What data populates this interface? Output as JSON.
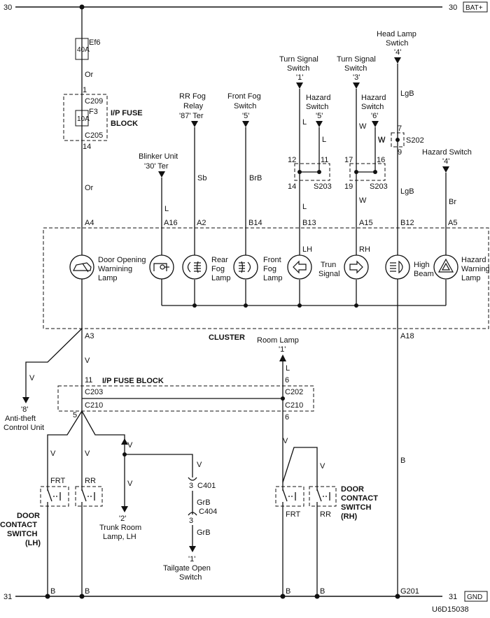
{
  "rails": {
    "top_left": "30",
    "top_right": "30",
    "top_tag": "BAT+",
    "bottom_left": "31",
    "bottom_right": "31",
    "bottom_tag": "GND",
    "diagram_code": "U6D15038"
  },
  "fuse_ef6": {
    "name": "Ef6",
    "rating": "40A"
  },
  "ip_fuse_block_top": {
    "label_line1": "I/P FUSE",
    "label_line2": "BLOCK",
    "fuse_name": "F3",
    "fuse_rating": "10A",
    "pin_in": "1",
    "conn_in": "C209",
    "conn_out": "C205",
    "pin_out": "14"
  },
  "wire_colors": {
    "or_upper": "Or",
    "or_lower": "Or",
    "sb": "Sb",
    "brb": "BrB",
    "l_turn": "L",
    "l_turn_lower": "L",
    "l_hazard5": "L",
    "w_turn": "W",
    "w_turn_lower": "W",
    "w_hazard6": "W",
    "lgb_upper": "LgB",
    "lgb_lower": "LgB",
    "br": "Br",
    "l_blinker": "L",
    "v_a3": "V",
    "v_anti": "V",
    "l_room": "L",
    "v_frt_lh": "V",
    "v_rr_lh": "V",
    "v_trunk_top": "V",
    "v_trunk": "V",
    "v_c401": "V",
    "grb_c404": "GrB",
    "grb_tailgate": "GrB",
    "v_frt_rh": "V",
    "v_rr_rh": "V",
    "b_a18": "B",
    "b1": "B",
    "b2": "B",
    "b3": "B",
    "b4": "B"
  },
  "sources": {
    "blinker_line1": "Blinker Unit",
    "blinker_line2": "'30' Ter",
    "rrfog_line1": "RR Fog",
    "rrfog_line2": "Relay",
    "rrfog_line3": "'87' Ter",
    "ffog_line1": "Front Fog",
    "ffog_line2": "Switch",
    "ffog_line3": "'5'",
    "turn1_line1": "Turn Signal",
    "turn1_line2": "Switch",
    "turn1_line3": "'1'",
    "haz5_line1": "Hazard",
    "haz5_line2": "Switch",
    "haz5_line3": "'5'",
    "turn3_line1": "Turn Signal",
    "turn3_line2": "Switch",
    "turn3_line3": "'3'",
    "haz6_line1": "Hazard",
    "haz6_line2": "Switch",
    "haz6_line3": "'6'",
    "headlamp_line1": "Head Lamp",
    "headlamp_line2": "Swtich",
    "headlamp_line3": "'4'",
    "haz4_line1": "Hazard Switch",
    "haz4_line2": "'4'"
  },
  "splices": {
    "s203a_p12": "12",
    "s203a_p11": "11",
    "s203a_p14": "14",
    "s203a_name": "S203",
    "s203b_p17": "17",
    "s203b_p16": "16",
    "s203b_p19": "19",
    "s203b_name": "S203",
    "s202_p7": "7",
    "s202_p9": "9",
    "s202_name": "S202"
  },
  "cluster": {
    "label": "CLUSTER",
    "pins": {
      "a4": "A4",
      "a16": "A16",
      "a2": "A2",
      "b14": "B14",
      "b13": "B13",
      "a15": "A15",
      "b12": "B12",
      "a5": "A5",
      "a3": "A3",
      "a18": "A18"
    },
    "lamps": {
      "door_line1": "Door Opening",
      "door_line2": "Warnining",
      "door_line3": "Lamp",
      "rearfog_line1": "Rear",
      "rearfog_line2": "Fog",
      "rearfog_line3": "Lamp",
      "frontfog_line1": "Front",
      "frontfog_line2": "Fog",
      "frontfog_line3": "Lamp",
      "lh": "LH",
      "rh": "RH",
      "turn_line1": "Trun",
      "turn_line2": "Signal",
      "high_line1": "High",
      "high_line2": "Beam",
      "hazard_line1": "Hazard",
      "hazard_line2": "Warning",
      "hazard_line3": "Lamp"
    }
  },
  "ip_fuse_block_bottom": {
    "label": "I/P FUSE BLOCK",
    "left_pin_top": "11",
    "left_conn_top": "C203",
    "left_conn_bottom": "C210",
    "left_pin_bottom": "5",
    "right_pin_top": "6",
    "right_conn_top": "C202",
    "right_conn_bottom": "C210",
    "right_pin_bottom": "6"
  },
  "loads": {
    "antitheft_line1": "'8'",
    "antitheft_line2": "Anti-theft",
    "antitheft_line3": "Control Unit",
    "room_line1": "Room Lamp",
    "room_line2": "'1'",
    "trunk_line1": "'2'",
    "trunk_line2": "Trunk Room",
    "trunk_line3": "Lamp, LH",
    "tailgate_line1": "'1'",
    "tailgate_line2": "Tailgate Open",
    "tailgate_line3": "Switch",
    "c401_pin": "3",
    "c401": "C401",
    "c404_pin": "3",
    "c404": "C404"
  },
  "door_switches": {
    "lh_line1": "DOOR",
    "lh_line2": "CONTACT",
    "lh_line3": "SWITCH",
    "lh_line4": "(LH)",
    "lh_frt": "FRT",
    "lh_rr": "RR",
    "rh_line1": "DOOR",
    "rh_line2": "CONTACT",
    "rh_line3": "SWITCH",
    "rh_line4": "(RH)",
    "rh_frt": "FRT",
    "rh_rr": "RR"
  },
  "ground": {
    "g201": "G201"
  }
}
